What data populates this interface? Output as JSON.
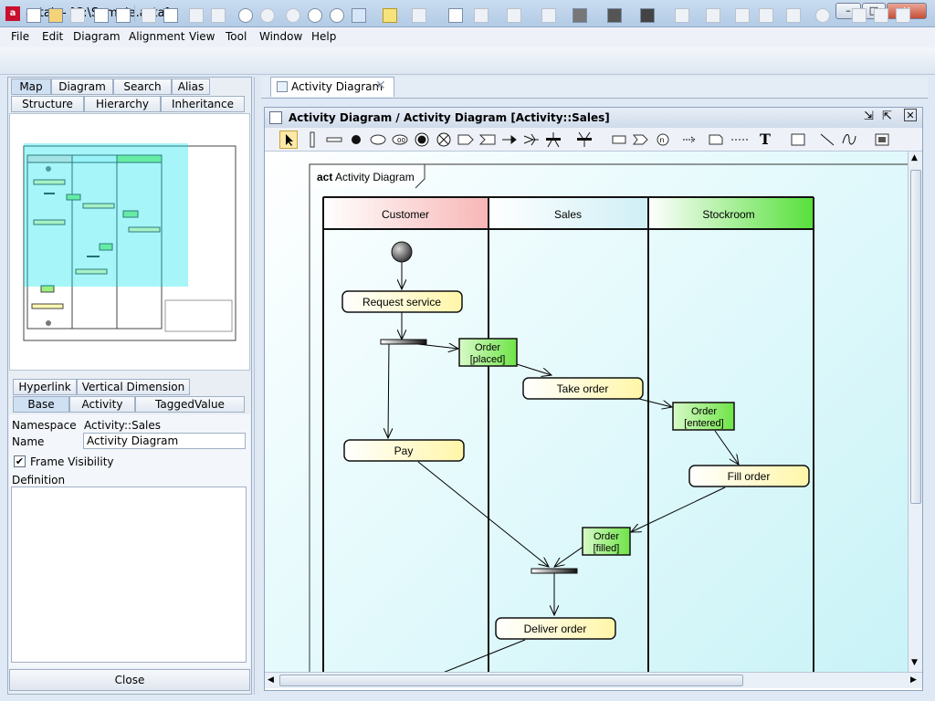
{
  "window": {
    "title": "astah - [C:\\Sample.asta]",
    "app_icon": "astah-icon"
  },
  "menu": [
    "File",
    "Edit",
    "Diagram",
    "Alignment",
    "View",
    "Tool",
    "Window",
    "Help"
  ],
  "left_panel": {
    "top_tabs_row1": [
      "Map",
      "Diagram",
      "Search",
      "Alias"
    ],
    "top_tabs_row2": [
      "Structure",
      "Hierarchy",
      "Inheritance"
    ],
    "prop_tabs_row1": [
      "Hyperlink",
      "Vertical Dimension"
    ],
    "prop_tabs_row2": [
      "Base",
      "Activity",
      "TaggedValue"
    ],
    "namespace_label": "Namespace",
    "namespace_value": "Activity::Sales",
    "name_label": "Name",
    "name_value": "Activity Diagram",
    "frame_visibility_label": "Frame Visibility",
    "frame_visibility_checked": true,
    "definition_label": "Definition",
    "close_label": "Close"
  },
  "doc_tab": {
    "label": "Activity Diagram"
  },
  "inner_window": {
    "title": "Activity Diagram / Activity Diagram [Activity::Sales]"
  },
  "diagram": {
    "frame_keyword": "act",
    "frame_name": "Activity Diagram",
    "lanes": [
      "Customer",
      "Sales",
      "Stockroom"
    ],
    "actions": {
      "request_service": "Request service",
      "take_order": "Take order",
      "pay": "Pay",
      "fill_order": "Fill order",
      "deliver_order": "Deliver order"
    },
    "objects": {
      "order_placed_1": "Order",
      "order_placed_2": "[placed]",
      "order_entered_1": "Order",
      "order_entered_2": "[entered]",
      "order_filled_1": "Order",
      "order_filled_2": "[filled]"
    }
  }
}
